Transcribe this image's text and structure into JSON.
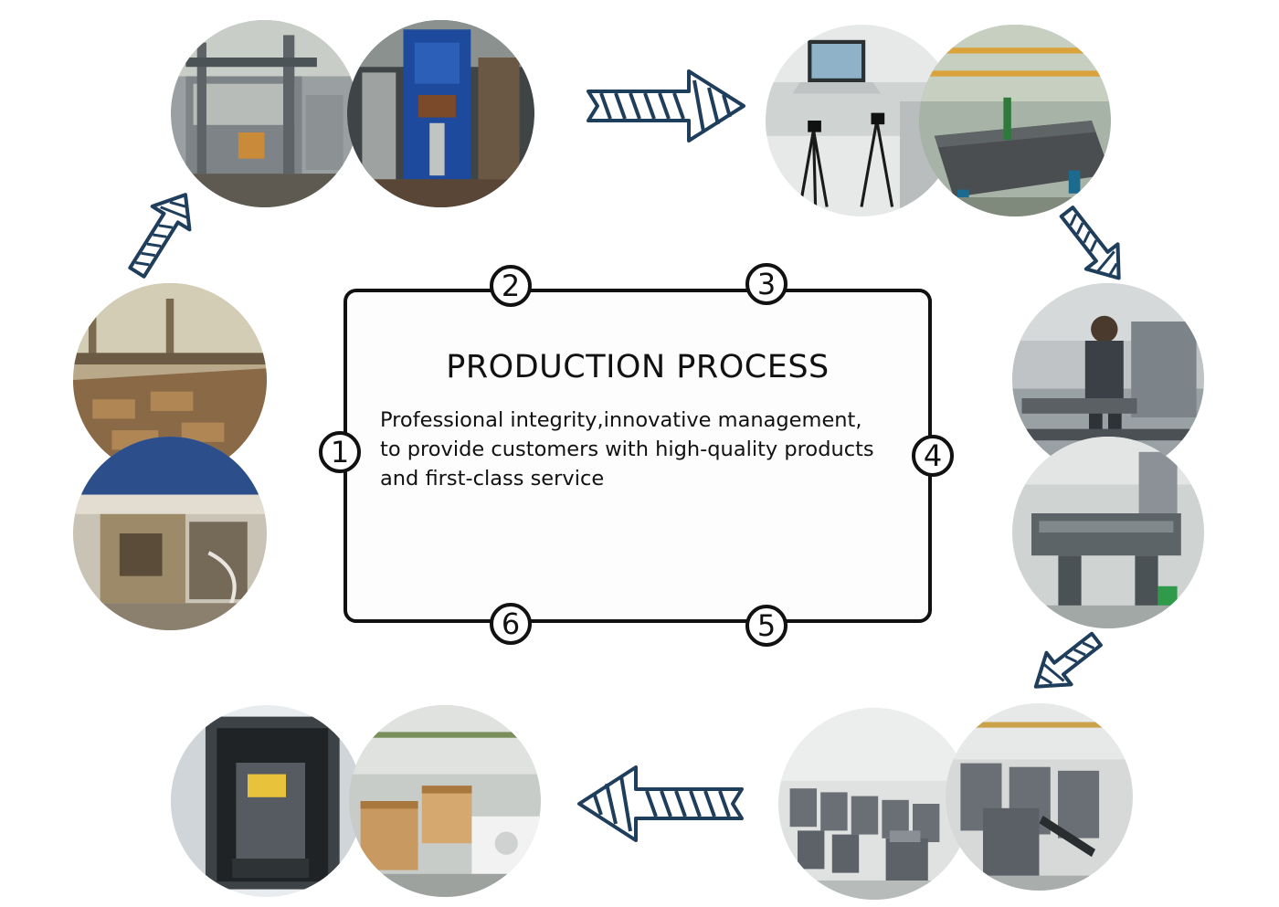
{
  "panel": {
    "title": "PRODUCTION PROCESS",
    "description_lines": [
      "Professional integrity,innovative management,",
      "to provide customers with high-quality products",
      "and first-class service"
    ]
  },
  "steps": [
    "1",
    "2",
    "3",
    "4",
    "5",
    "6"
  ],
  "colors": {
    "arrow": "#1e3e5c",
    "panel_border": "#111111",
    "machine_blue": "#1d4a9c",
    "machine_gray": "#6a6f75"
  },
  "photos": [
    "steel-fabrication-photo",
    "blue-press-machine-photo",
    "laptop-measurement-photo",
    "inspection-table-photo",
    "worker-assembly-photo",
    "machining-center-photo",
    "finished-machines-row-photo",
    "machine-lineup-photo",
    "container-loading-photo",
    "wooden-crates-photo",
    "plate-cutting-photo",
    "workshop-machine-photo"
  ]
}
